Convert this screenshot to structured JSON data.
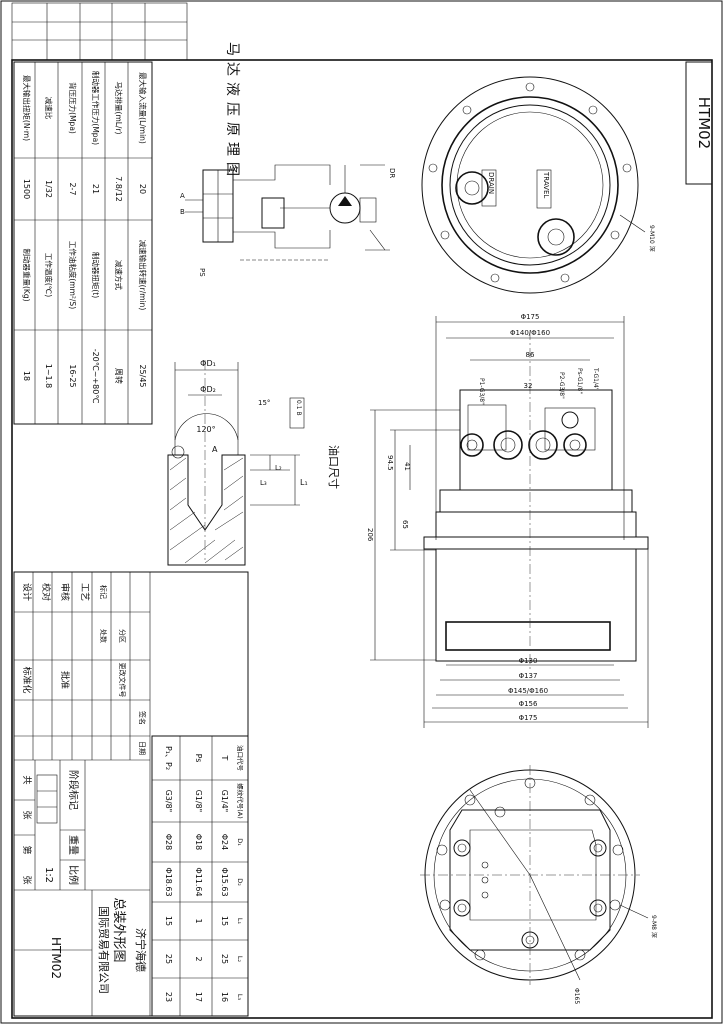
{
  "drawing_number": "HTM02",
  "company_line1": "济宁海德",
  "company_line2": "国际贸易有限公司",
  "drawing_name": "总装外形图",
  "scale_label": "比例",
  "scale_value": "1:2",
  "weight_label": "重量",
  "mark_label": "阶段标记",
  "sheet_total": "共",
  "sheet_unit": "张",
  "sheet_no": "第",
  "sheet_unit2": "张",
  "hydraulic_title": "马达液压原理图",
  "port_size_title": "油口尺寸",
  "dim_dr": "DR",
  "dim_ps": "PS",
  "spec_table": [
    [
      "最大输入流量(L/min)",
      "20",
      "减速输出转速(r/min)",
      "25/45"
    ],
    [
      "马达排量(mL/r)",
      "7.8/12",
      "减速方式",
      "周转"
    ],
    [
      "制动器工作压力(Mpa)",
      "21",
      "制动器扭矩(t)",
      "-20℃~+80℃"
    ],
    [
      "背压压力(Mpa)",
      "2-7",
      "工作油粘度(mm²/S)",
      "16-25"
    ],
    [
      "减速比",
      "1/32",
      "工作温度(℃)",
      "1~1.8"
    ],
    [
      "最大输出扭矩(N·m)",
      "1500",
      "制动器重量(Kg)",
      "18"
    ]
  ],
  "port_table": {
    "headers": [
      "油口代号",
      "螺纹代号(A)",
      "D₁",
      "D₂",
      "L₁",
      "L₂",
      "L₃"
    ],
    "rows": [
      [
        "T",
        "G1/4\"",
        "Φ24",
        "Φ15.63",
        "15",
        "25",
        "16"
      ],
      [
        "Ps",
        "G1/8\"",
        "Φ18",
        "Φ11.64",
        "1",
        "2",
        "17"
      ],
      [
        "P₁、P₂",
        "G3/8\"",
        "Φ28",
        "Φ18.63",
        "15",
        "25",
        "23"
      ]
    ]
  },
  "title_block": {
    "rows_left": [
      "设计",
      "校对",
      "审核",
      "工艺"
    ],
    "labels_small": [
      "标记",
      "处数",
      "分区",
      "更改文件号",
      "签名",
      "日期"
    ],
    "labels_mid": [
      "标准化",
      "批准"
    ]
  },
  "dims": {
    "d175_top": "Φ175",
    "d140_top": "Φ140/Φ160",
    "d86": "86",
    "d32": "32",
    "d195_bottom": "Φ130",
    "d137": "Φ137",
    "d145": "Φ145/Φ160",
    "d156": "Φ156",
    "d175_bottom": "Φ175",
    "v41": "41",
    "v945": "94.5",
    "v65": "65",
    "v206": "206",
    "port_p1": "P1-G3/8\"",
    "port_p2": "P2-G3/8\"",
    "port_ps": "Ps-G1/8\"",
    "port_t": "T-G1/4\"",
    "hole_note_top": "9-M10 深",
    "hole_note_bottom": "9-M8 深",
    "pcd_note": "Φ165",
    "angle_120": "120°",
    "angle_15": "15°",
    "dim_d1": "ΦD₁",
    "dim_d2": "ΦD₂",
    "dim_l1": "L₁",
    "dim_l2": "L₂",
    "dim_l3": "L₃",
    "surface_label": "A",
    "datum_box": "0.1 B",
    "drain_label": "DRAIN",
    "travel_label": "TRAVEL",
    "port_a": "A",
    "port_b": "B"
  }
}
